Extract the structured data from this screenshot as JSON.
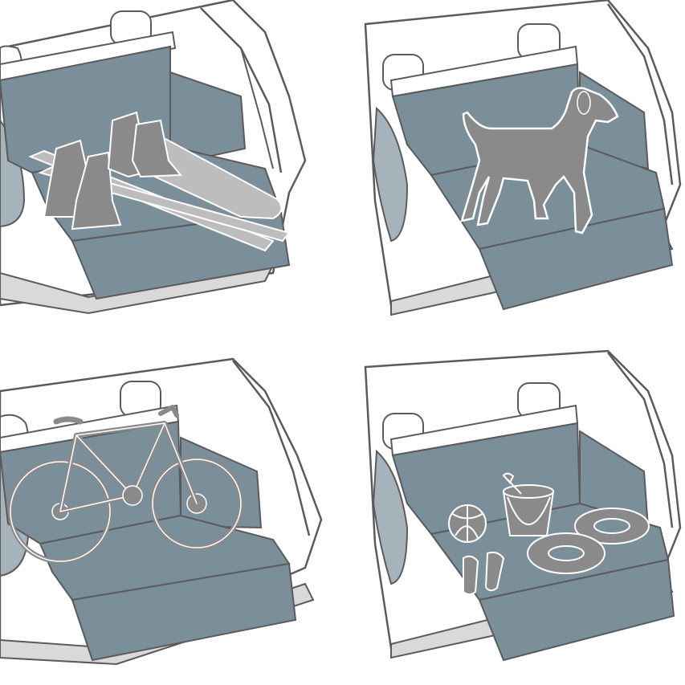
{
  "colors": {
    "background": "#ffffff",
    "mat": "#7a8f9a",
    "mat_dark": "#6d828d",
    "car_outline": "#5b5b5b",
    "car_body": "#ffffff",
    "car_shadow": "#d9d9d9",
    "window": "#a7b3bb",
    "cargo_gray": "#8a8a8a",
    "cargo_light": "#bdbdbd",
    "cargo_outline": "#ffffff"
  },
  "panels": [
    {
      "scene": "trunk-mat-with-boots-and-skis"
    },
    {
      "scene": "trunk-mat-with-dog"
    },
    {
      "scene": "trunk-mat-with-bicycle"
    },
    {
      "scene": "trunk-mat-with-beach-toys"
    }
  ]
}
